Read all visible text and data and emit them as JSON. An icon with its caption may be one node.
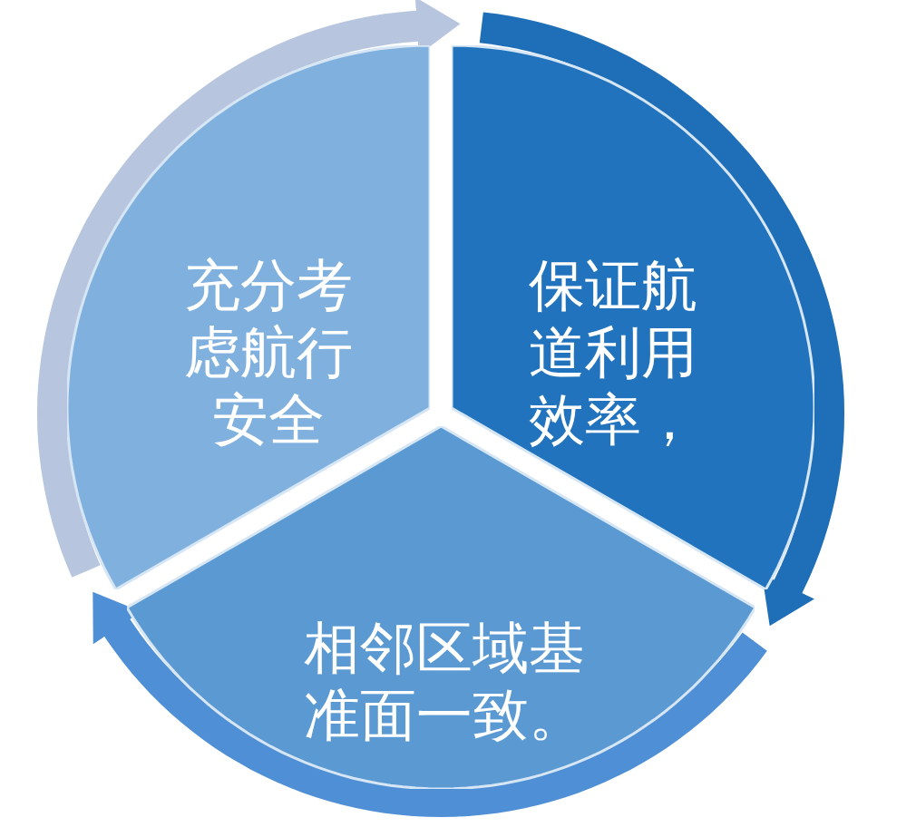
{
  "diagram": {
    "nodes": [
      {
        "text": [
          "充分考虑航行安全"
        ]
      },
      {
        "text": [
          "保证航道利用效率，"
        ]
      },
      {
        "text": [
          "相邻区域基准面一致。"
        ]
      }
    ],
    "edges": [
      {
        "from": 0,
        "to": 1,
        "arrow": "to",
        "color": "#b7c6de"
      },
      {
        "from": 1,
        "to": 2,
        "arrow": "to",
        "color": "#1f6fb8"
      },
      {
        "from": 2,
        "to": 0,
        "arrow": "to",
        "color": "#4f8fd6"
      }
    ]
  }
}
